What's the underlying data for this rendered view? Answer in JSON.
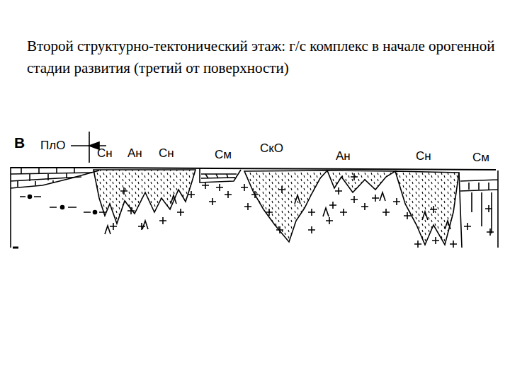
{
  "diagram": {
    "title": "Второй структурно-тектонический этаж: г/с комплекс в начале орогенной стадии развития (третий от поверхности)",
    "labels": [
      "В",
      "ПлО",
      "Сн",
      "Ан",
      "Сн",
      "См",
      "СкО",
      "Ан",
      "Сн",
      "См"
    ]
  }
}
